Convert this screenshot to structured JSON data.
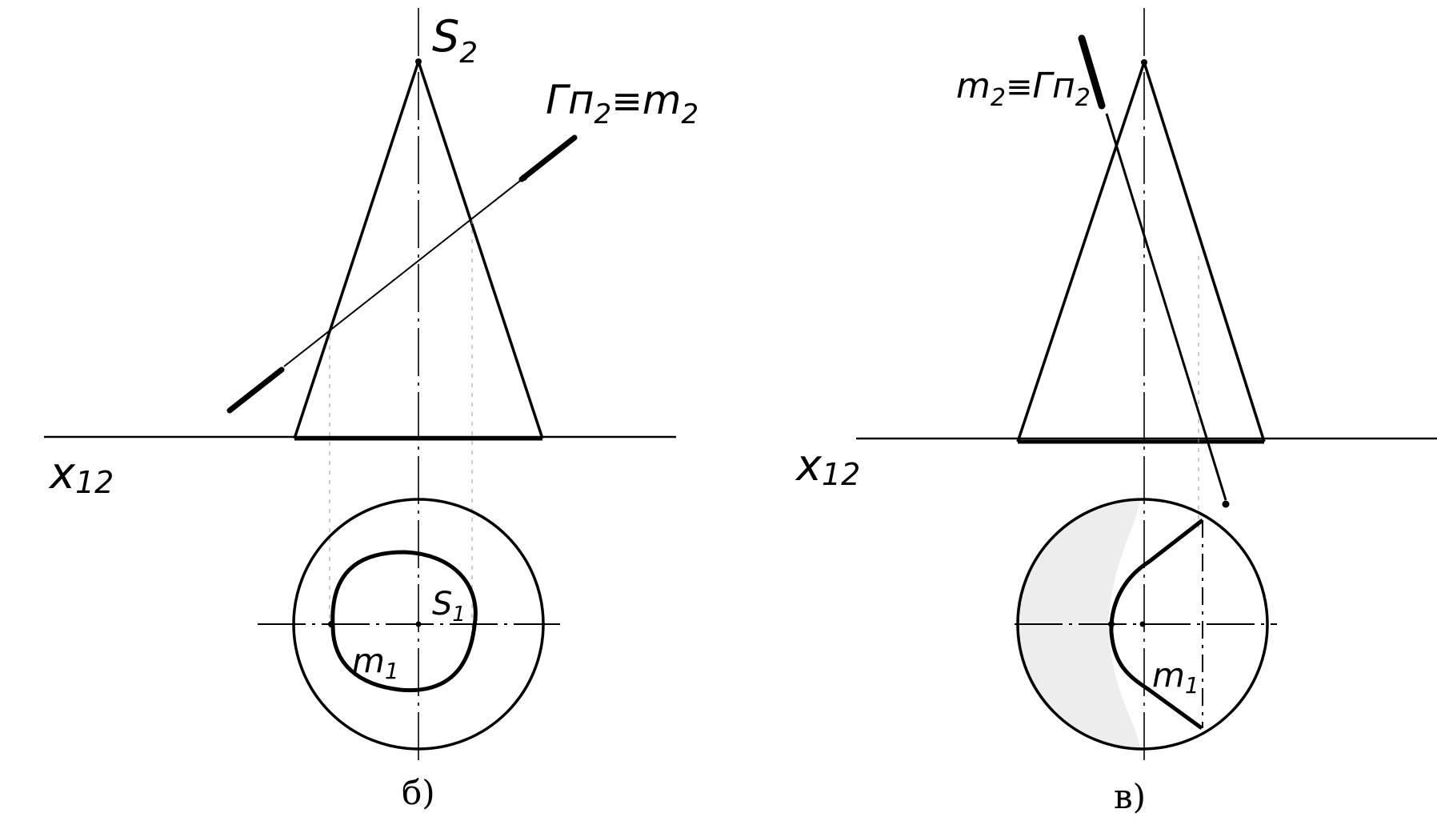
{
  "figures": [
    {
      "caption": "б)",
      "apex_label": "S",
      "apex_sub": "2",
      "axis_label": "x",
      "axis_sub": "12",
      "plane_label": "Гп",
      "plane_sub": "2",
      "equiv": "≡",
      "curve2_label": "m",
      "curve2_sub": "2",
      "apex1_label": "S",
      "apex1_sub": "1",
      "curve1_label": "m",
      "curve1_sub": "1"
    },
    {
      "caption": "в)",
      "curve2_label": "m",
      "curve2_sub": "2",
      "equiv": "≡",
      "plane_label": "Гп",
      "plane_sub": "2",
      "axis_label": "x",
      "axis_sub": "12",
      "curve1_label": "m",
      "curve1_sub": "1"
    }
  ]
}
